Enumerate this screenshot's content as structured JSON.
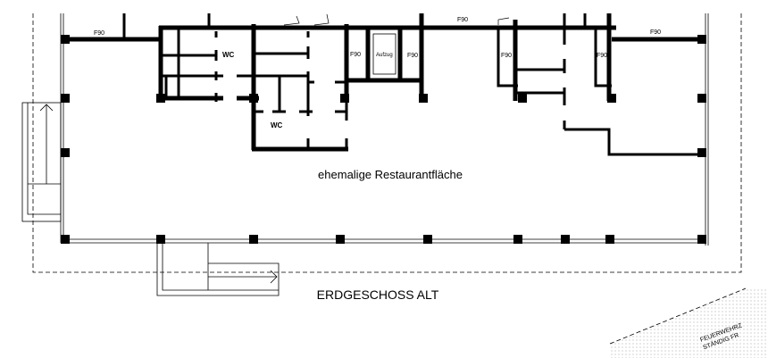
{
  "plan": {
    "title": "ERDGESCHOSS ALT",
    "room_label": "ehemalige Restaurantfläche",
    "wc_labels": [
      "WC",
      "WC"
    ],
    "fire_rating_labels": [
      "F90",
      "F90",
      "F90",
      "F90",
      "F90",
      "F90",
      "F90"
    ],
    "elevator_label": "Aufzug",
    "fire_lane_text": [
      "FEUERWEHRZ",
      "STÄNDIG FR"
    ]
  }
}
